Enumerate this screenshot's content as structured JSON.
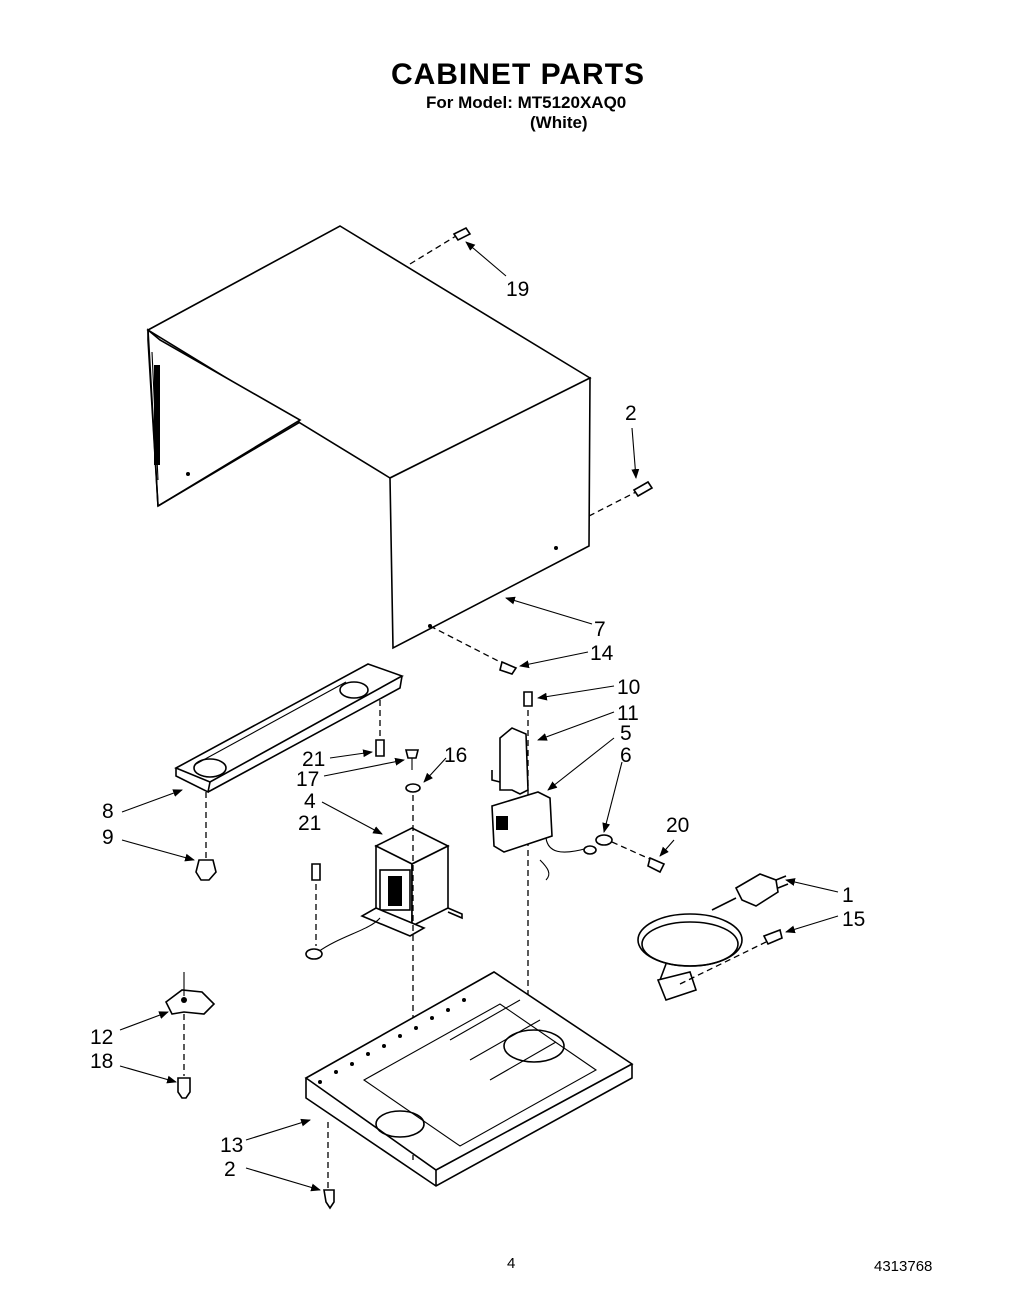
{
  "header": {
    "title": "CABINET PARTS",
    "model_line": "For Model: MT5120XAQ0",
    "variant": "(White)"
  },
  "callouts": {
    "c19": "19",
    "c2a": "2",
    "c7": "7",
    "c14": "14",
    "c10": "10",
    "c11": "11",
    "c5": "5",
    "c6": "6",
    "c16": "16",
    "c21a": "21",
    "c17": "17",
    "c4": "4",
    "c21b": "21",
    "c8": "8",
    "c9": "9",
    "c20": "20",
    "c1": "1",
    "c15": "15",
    "c12": "12",
    "c18": "18",
    "c13": "13",
    "c2b": "2"
  },
  "footer": {
    "page_number": "4",
    "doc_number": "4313768"
  }
}
